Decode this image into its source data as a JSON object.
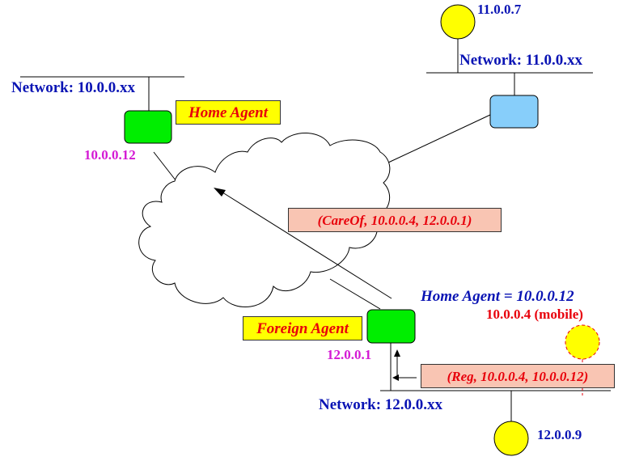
{
  "labels": {
    "host_11_0_0_7": "11.0.0.7",
    "network_11": "Network: 11.0.0.xx",
    "network_10": "Network: 10.0.0.xx",
    "home_agent_box": "Home Agent",
    "home_agent_ip": "10.0.0.12",
    "careof_message": "(CareOf, 10.0.0.4, 12.0.0.1)",
    "home_agent_equals": "Home Agent = 10.0.0.12",
    "mobile_node": "10.0.0.4 (mobile)",
    "foreign_agent_box": "Foreign Agent",
    "foreign_agent_ip": "12.0.0.1",
    "reg_message": "(Reg, 10.0.0.4, 10.0.0.12)",
    "network_12": "Network: 12.0.0.xx",
    "host_12_0_0_9": "12.0.0.9"
  },
  "colors": {
    "network_label": "#0a14b4",
    "ip_label": "#d419d4",
    "message_text": "#e8000b",
    "agent_router": "#00ee00",
    "remote_router": "#87cefa",
    "host": "#ffff00",
    "label_box": "#ffff00",
    "message_box": "#f9c5b3"
  }
}
